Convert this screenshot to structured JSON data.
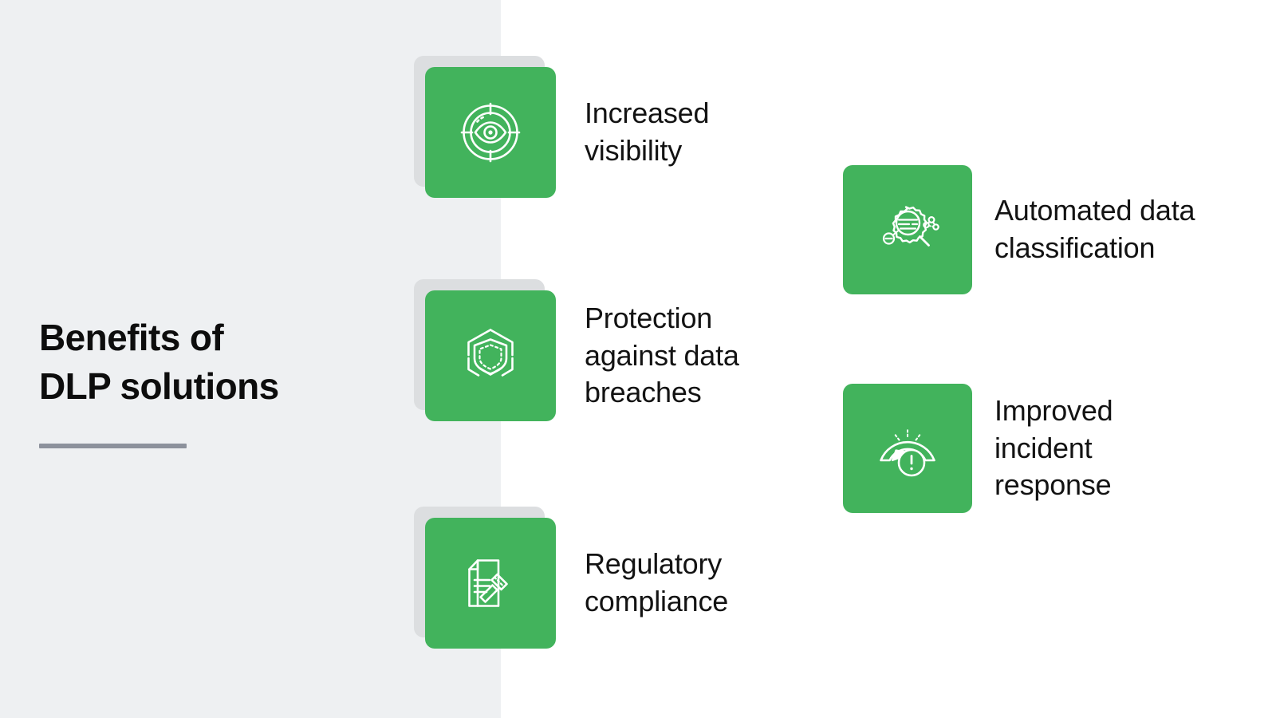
{
  "meta": {
    "title": "Benefits of DLP solutions"
  },
  "colors": {
    "tile_green": "#42b35c",
    "tile_shadow_gray": "#dcdee0",
    "panel_gray": "#eef0f2",
    "panel_white": "#ffffff",
    "title_text": "#0d0d0d",
    "label_text": "#131313",
    "rule_gray": "#8c919c"
  },
  "heading": {
    "text": "Benefits of\nDLP solutions"
  },
  "benefits": [
    {
      "id": "visibility",
      "label": "Increased\nvisibility",
      "icon": "eye-target-icon",
      "column": "middle"
    },
    {
      "id": "protection",
      "label": "Protection\nagainst data\nbreaches",
      "icon": "shield-hexagon-icon",
      "column": "middle"
    },
    {
      "id": "regulatory",
      "label": "Regulatory\ncompliance",
      "icon": "document-gavel-icon",
      "column": "middle"
    },
    {
      "id": "classification",
      "label": "Automated data\nclassification",
      "icon": "gear-magnifier-data-icon",
      "column": "right"
    },
    {
      "id": "incident",
      "label": "Improved\nincident\nresponse",
      "icon": "gauge-alert-icon",
      "column": "right"
    }
  ]
}
